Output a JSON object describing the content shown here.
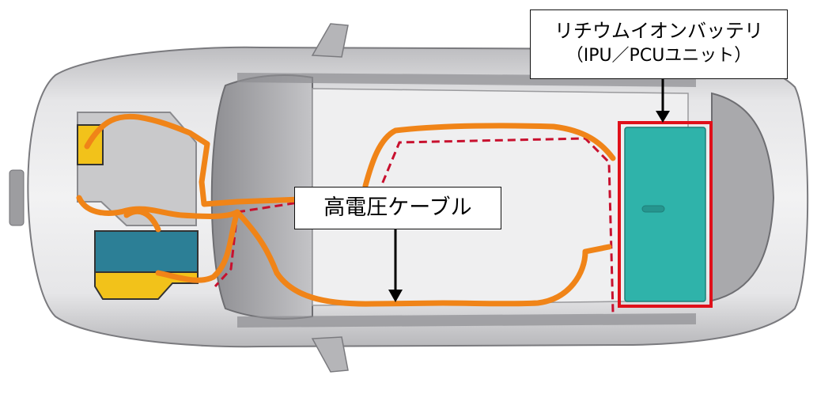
{
  "labels": {
    "battery_line1": "リチウムイオンバッテリ",
    "battery_line2": "（IPU／PCUユニット）",
    "cable": "高電圧ケーブル"
  },
  "colors": {
    "cable": "#f08418",
    "cable_dashed": "#c8102e",
    "battery_fill": "#2fb3aa",
    "battery_outline": "#e0101a",
    "motor_fill": "#2c7f96",
    "engine_fill": "#c9c9cb",
    "accent_yellow": "#f2c21a",
    "body": "#d9d9db"
  }
}
